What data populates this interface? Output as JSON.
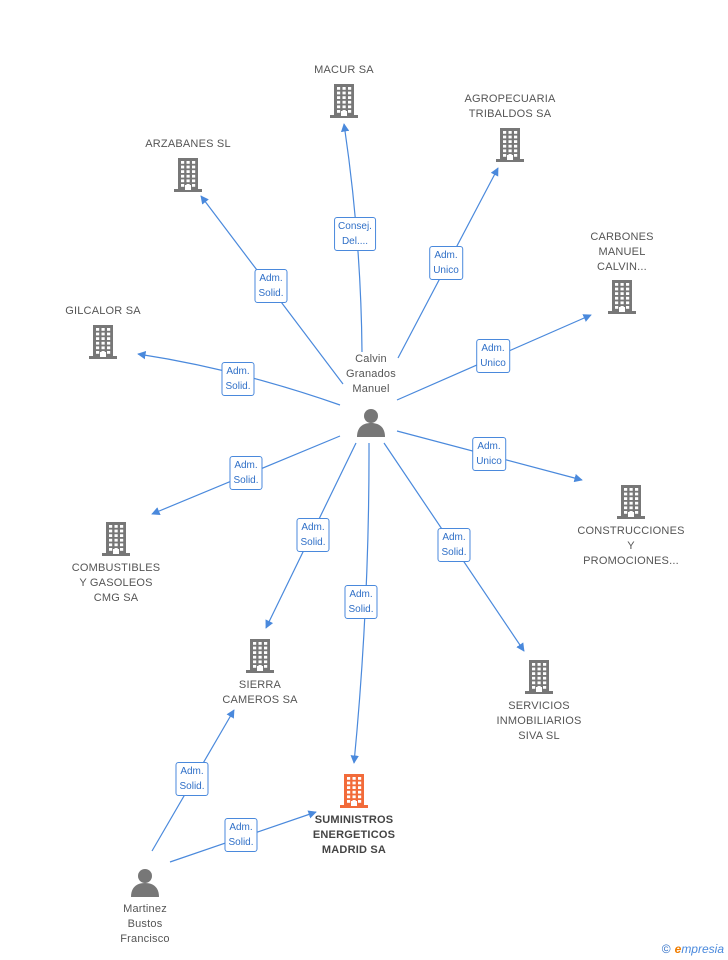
{
  "colors": {
    "edge": "#4a89dc",
    "node": "#777777",
    "target": "#f26b3a"
  },
  "center": {
    "name": [
      "Calvin",
      "Granados",
      "Manuel"
    ]
  },
  "second_person": {
    "name": [
      "Martinez",
      "Bustos",
      "Francisco"
    ]
  },
  "companies": [
    {
      "id": "macur",
      "lines": [
        "MACUR SA"
      ]
    },
    {
      "id": "agropecuaria",
      "lines": [
        "AGROPECUARIA",
        "TRIBALDOS SA"
      ]
    },
    {
      "id": "arzabanes",
      "lines": [
        "ARZABANES SL"
      ]
    },
    {
      "id": "carbones",
      "lines": [
        "CARBONES",
        "MANUEL",
        "CALVIN..."
      ]
    },
    {
      "id": "gilcalor",
      "lines": [
        "GILCALOR SA"
      ]
    },
    {
      "id": "construcciones",
      "lines": [
        "CONSTRUCCIONES",
        "Y",
        "PROMOCIONES..."
      ]
    },
    {
      "id": "combustibles",
      "lines": [
        "COMBUSTIBLES",
        "Y GASOLEOS",
        "CMG SA"
      ]
    },
    {
      "id": "sierra",
      "lines": [
        "SIERRA",
        "CAMEROS SA"
      ]
    },
    {
      "id": "servicios",
      "lines": [
        "SERVICIOS",
        "INMOBILIARIOS",
        "SIVA SL"
      ]
    },
    {
      "id": "suministros",
      "lines": [
        "SUMINISTROS",
        "ENERGETICOS",
        "MADRID SA"
      ],
      "highlight": true
    }
  ],
  "edges": [
    {
      "from": "center",
      "to": "macur",
      "label": [
        "Consej.",
        "Del...."
      ]
    },
    {
      "from": "center",
      "to": "agropecuaria",
      "label": [
        "Adm.",
        "Unico"
      ]
    },
    {
      "from": "center",
      "to": "arzabanes",
      "label": [
        "Adm.",
        "Solid."
      ]
    },
    {
      "from": "center",
      "to": "carbones",
      "label": [
        "Adm.",
        "Unico"
      ]
    },
    {
      "from": "center",
      "to": "gilcalor",
      "label": [
        "Adm.",
        "Solid."
      ]
    },
    {
      "from": "center",
      "to": "construcciones",
      "label": [
        "Adm.",
        "Unico"
      ]
    },
    {
      "from": "center",
      "to": "combustibles",
      "label": [
        "Adm.",
        "Solid."
      ]
    },
    {
      "from": "center",
      "to": "sierra",
      "label": [
        "Adm.",
        "Solid."
      ]
    },
    {
      "from": "center",
      "to": "servicios",
      "label": [
        "Adm.",
        "Solid."
      ]
    },
    {
      "from": "center",
      "to": "suministros",
      "label": [
        "Adm.",
        "Solid."
      ]
    },
    {
      "from": "second_person",
      "to": "sierra",
      "label": [
        "Adm.",
        "Solid."
      ]
    },
    {
      "from": "second_person",
      "to": "suministros",
      "label": [
        "Adm.",
        "Solid."
      ]
    }
  ],
  "brand": {
    "copyright": "©",
    "initial": "e",
    "rest": "mpresia"
  }
}
